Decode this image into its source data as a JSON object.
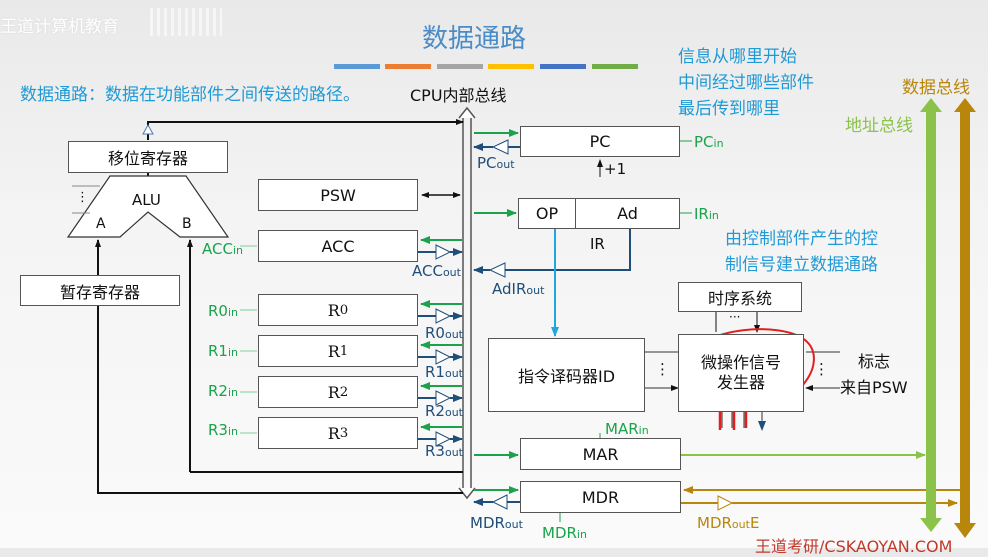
{
  "brand": "王道计算机教育",
  "title": "数据通路",
  "title_bar_colors": [
    "#5b9bd5",
    "#ed7d31",
    "#a5a5a5",
    "#ffc000",
    "#4472c4",
    "#70ad47"
  ],
  "subtitle": "数据通路：数据在功能部件之间传送的路径。",
  "internal_bus_label": "CPU内部总线",
  "notes_top": [
    "信息从哪里开始",
    "中间经过哪些部件",
    "最后传到哪里"
  ],
  "notes_mid": [
    "由控制部件产生的控",
    "制信号建立数据通路"
  ],
  "address_bus_label": "地址总线",
  "data_bus_label": "数据总线",
  "colors": {
    "signal_in": "#1aa34a",
    "signal_out": "#1f4e79",
    "address_bus": "#8bc34a",
    "data_bus": "#b8860b",
    "note_text": "#1f9ad6",
    "annotation": "#e02020",
    "decode_line": "#1fa7e0"
  },
  "components": {
    "shift_register": "移位寄存器",
    "alu": "ALU",
    "alu_a": "A",
    "alu_b": "B",
    "temp_register": "暂存寄存器",
    "psw": "PSW",
    "acc": "ACC",
    "r0": "R",
    "r0_sub": "0",
    "r1": "R",
    "r1_sub": "1",
    "r2": "R",
    "r2_sub": "2",
    "r3": "R",
    "r3_sub": "3",
    "pc": "PC",
    "pc_increment": "+1",
    "ir_op": "OP",
    "ir_ad": "Ad",
    "ir": "IR",
    "timing_system": "时序系统",
    "instruction_decoder": "指令译码器ID",
    "micro_op_generator_line1": "微操作信号",
    "micro_op_generator_line2": "发生器",
    "flags_line1": "标志",
    "flags_line2": "来自PSW",
    "mar": "MAR",
    "mdr": "MDR",
    "ellipsis_v": "⋮",
    "ellipsis_h": "···"
  },
  "signals": {
    "acc_in": {
      "main": "ACC",
      "sub": "in"
    },
    "acc_out": {
      "main": "ACC",
      "sub": "out"
    },
    "r0_in": {
      "main": "R0",
      "sub": "in"
    },
    "r0_out": {
      "main": "R0",
      "sub": "out"
    },
    "r1_in": {
      "main": "R1",
      "sub": "in"
    },
    "r1_out": {
      "main": "R1",
      "sub": "out"
    },
    "r2_in": {
      "main": "R2",
      "sub": "in"
    },
    "r2_out": {
      "main": "R2",
      "sub": "out"
    },
    "r3_in": {
      "main": "R3",
      "sub": "in"
    },
    "r3_out": {
      "main": "R3",
      "sub": "out"
    },
    "pc_in": {
      "main": "PC",
      "sub": "in"
    },
    "pc_out": {
      "main": "PC",
      "sub": "out"
    },
    "ir_in": {
      "main": "IR",
      "sub": "in"
    },
    "ad_ir_out": {
      "main": "AdIR",
      "sub": "out"
    },
    "mar_in": {
      "main": "MAR",
      "sub": "in"
    },
    "mdr_in": {
      "main": "MDR",
      "sub": "in"
    },
    "mdr_out": {
      "main": "MDR",
      "sub": "out"
    },
    "mdr_out_e": {
      "main": "MDR",
      "sub": "out",
      "suffix": "E"
    }
  },
  "watermark": "王道考研/CSKAOYAN.COM"
}
